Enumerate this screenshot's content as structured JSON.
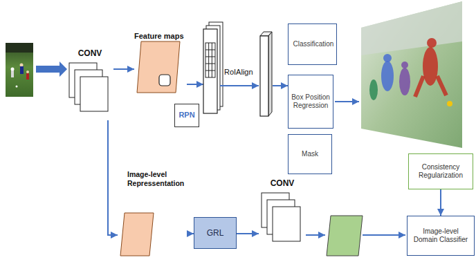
{
  "diagram": {
    "nodes": [
      {
        "text": [
          "CONV"
        ]
      },
      {
        "text": [
          "Feature maps"
        ]
      },
      {
        "text": [
          "RPN"
        ]
      },
      {
        "text": [
          "RoIAlign"
        ]
      },
      {
        "text": [
          "Classification"
        ]
      },
      {
        "text": [
          "Box Position Regression"
        ]
      },
      {
        "text": [
          "Mask"
        ]
      },
      {
        "text": [
          "Image-level Repressentation"
        ]
      },
      {
        "text": [
          "GRL"
        ]
      },
      {
        "text": [
          "CONV"
        ]
      },
      {
        "text": [
          "Consistency Regularization"
        ]
      },
      {
        "text": [
          "Image-level Domain Classifier"
        ]
      }
    ],
    "edges": [
      {
        "from": 0,
        "to": 1,
        "arrow": "to"
      },
      {
        "from": 1,
        "to": 3,
        "arrow": "to"
      },
      {
        "from": 3,
        "to": 5,
        "arrow": "to"
      },
      {
        "from": 0,
        "to": 7,
        "arrow": "to"
      },
      {
        "from": 7,
        "to": 8,
        "arrow": "to"
      },
      {
        "from": 8,
        "to": 9,
        "arrow": "to"
      },
      {
        "from": 10,
        "to": 11,
        "arrow": "to"
      }
    ]
  }
}
